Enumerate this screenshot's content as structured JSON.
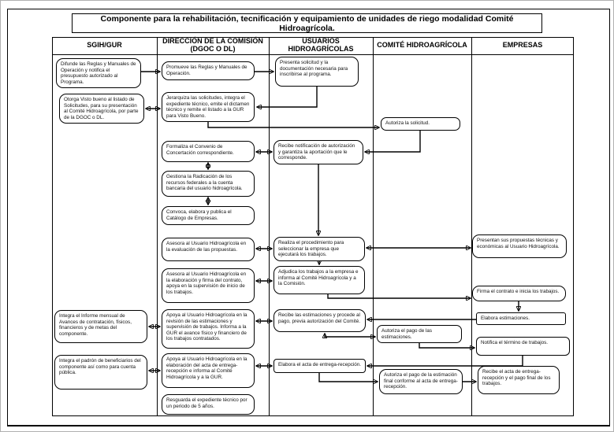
{
  "title": "Componente para la rehabilitación, tecnificación y equipamiento de unidades de riego modalidad Comité Hidroagrícola.",
  "columns": [
    {
      "label": "SGIH/GUR"
    },
    {
      "label": "DIRECCIÓN DE LA COMISIÓN (DGOC O DL)"
    },
    {
      "label": "USUARIOS HIDROAGRÍCOLAS"
    },
    {
      "label": "COMITÉ HIDROAGRÍCOLA"
    },
    {
      "label": "EMPRESAS"
    }
  ],
  "nodes": {
    "a1": "Difunde las Reglas y Manuales de Operación y notifica el presupuesto autorizado al Programa.",
    "a2": "Otorga Visto bueno al listado de Solicitudes, para su presentación al Comité Hidroagrícola, por parte de la DGOC o DL.",
    "a3": "Integra el Informe mensual de Avances de contratación, físicos, financieros y de metas del componente.",
    "a4": "Integra el padrón de beneficiarios del componente así como para cuenta pública.",
    "b1": "Promueve las Reglas y Manuales de Operación.",
    "b2": "Jerarquiza las solicitudes, integra el expediente técnico, emite el dictamen técnico y remite el listado a la GUR para Visto Bueno.",
    "b3": "Formaliza el Convenio de Concertación correspondiente.",
    "b4": "Gestiona la Radicación de los recursos federales a la cuenta bancaria del usuario hidroagrícola.",
    "b5": "Convoca, elabora y publica el Catálogo de Empresas.",
    "b6": "Asesora al Usuario Hidroagrícola en la evaluación de las propuestas.",
    "b7": "Asesora al Usuario Hidroagrícola en la elaboración y firma del contrato, apoya en la supervisión de inicio de los trabajos.",
    "b8": "Apoya al Usuario Hidroagrícola en la revisión de las estimaciones y supervisión de trabajos. Informa a la GUR el avance físico y financiero de los trabajos contratados.",
    "b9": "Apoya al Usuario Hidroagrícola en la elaboración del acta de entrega-recepción e informa al Comité Hidroagrícola y a la GUR.",
    "b10": "Resguarda el expediente técnico por un periodo de 5 años.",
    "c1": "Presenta solicitud y la documentación necesaria para inscribirse al programa.",
    "c2": "Recibe notificación de autorización y garantiza la aportación que le corresponde.",
    "c3": "Realiza el procedimiento para seleccionar la empresa que ejecutará los trabajos.",
    "c4": "Adjudica los trabajos a la empresa e informa al Comité Hidroagrícola y a la Comisión.",
    "c5": "Recibe las estimaciones y procede al pago, previa autorización del Comité.",
    "c6": "Elabora el acta de entrega-recepción.",
    "d1": "Autoriza la solicitud.",
    "d2": "Autoriza el pago de las estimaciones.",
    "d3": "Autoriza el pago de la estimación final conforme al acta de entrega-recepción.",
    "e1": "Presentan sus propuestas técnicas y económicas al Usuario Hidroagrícola.",
    "e2": "Firma el contrato e inicia los trabajos.",
    "e3": "Elabora estimaciones.",
    "e4": "Notifica el término de trabajos.",
    "e5": "Recibe el acta de entrega-recepción y el pago final de los trabajos."
  },
  "colors": {
    "line": "#000000",
    "box_border": "#000000",
    "box_background": "#ffffff",
    "text": "#111111"
  }
}
